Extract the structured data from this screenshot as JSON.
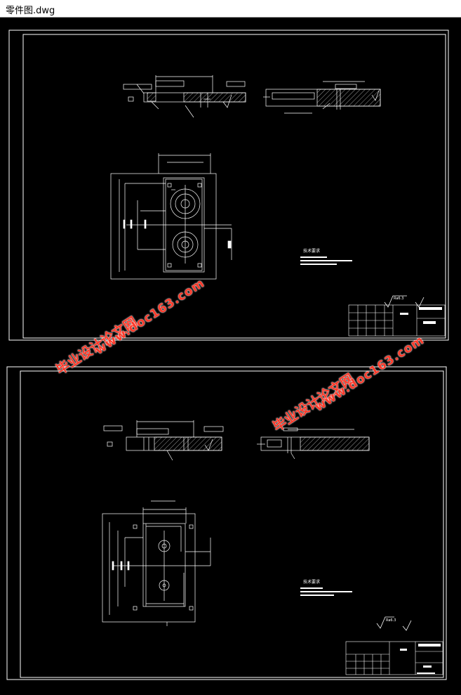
{
  "window": {
    "title": "零件图.dwg"
  },
  "sheet1": {
    "notes_title": "技术要求",
    "roughness_label": "Ra6.3"
  },
  "sheet2": {
    "notes_title": "技术要求",
    "roughness_label": "Ra6.3"
  },
  "watermark": {
    "text_cn": "毕业设计论文网",
    "text_url": "www.doc163.com"
  },
  "colors": {
    "background": "#000000",
    "lines": "#ffffff",
    "watermark": "#ff3a2a"
  }
}
